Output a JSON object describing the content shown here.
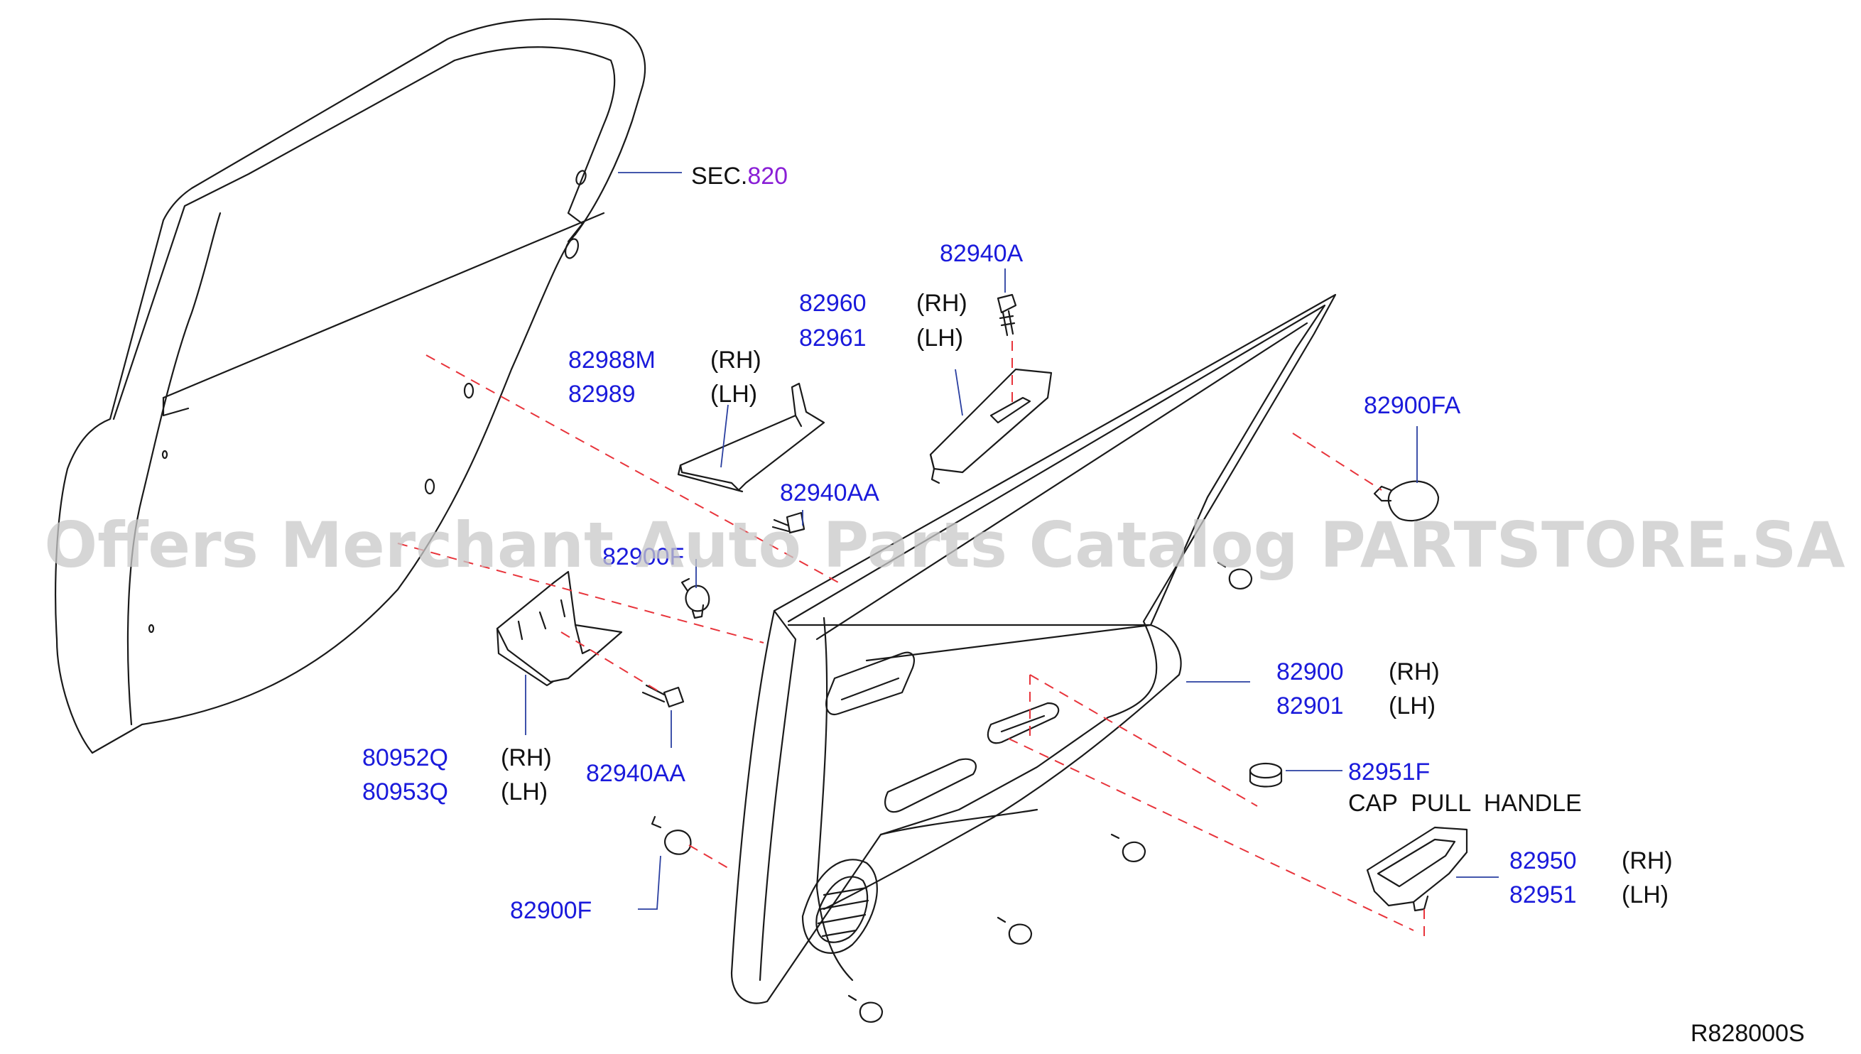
{
  "diagram_code": "R828000S",
  "watermark": "Offers Merchant Auto Parts Catalog PARTSTORE.SA",
  "section_ref": {
    "prefix": "SEC.",
    "number": "820"
  },
  "side_labels": {
    "rh": "(RH)",
    "lh": "(LH)"
  },
  "callouts": {
    "p82940A": "82940A",
    "p82960": "82960",
    "p82961": "82961",
    "p82988M": "82988M",
    "p82989": "82989",
    "p82900FA": "82900FA",
    "p82940AA_top": "82940AA",
    "p82900F_partial": "82900F",
    "p82900": "82900",
    "p82901": "82901",
    "p80952Q": "80952Q",
    "p80953Q": "80953Q",
    "p82940AA_bottom": "82940AA",
    "p82951F": "82951F",
    "cap_pull_handle": "CAP  PULL  HANDLE",
    "p82950": "82950",
    "p82951": "82951",
    "p82900F_bottom": "82900F"
  },
  "colors": {
    "part_number": "#1a1adb",
    "section_number": "#8a1fd6",
    "leader": "#2a3fa0",
    "centerline": "#e8343b",
    "outline": "#1a1a1a"
  }
}
